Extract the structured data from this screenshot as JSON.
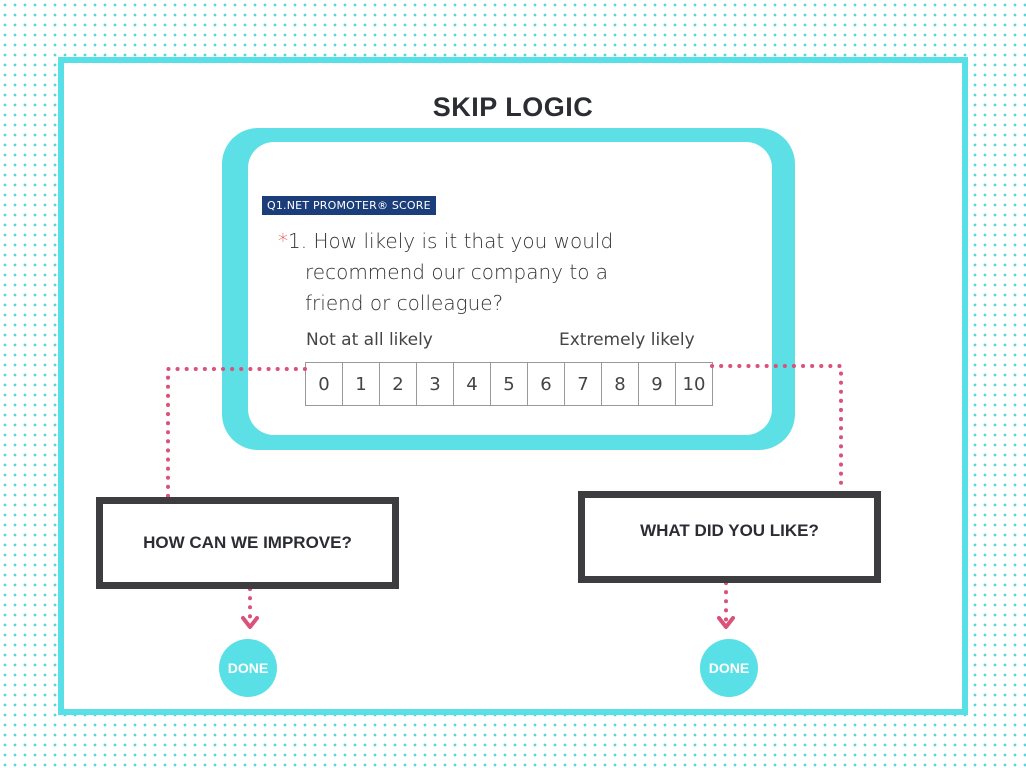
{
  "title": "SKIP LOGIC",
  "question": {
    "badge": "Q1.NET PROMOTER® SCORE",
    "required_marker": "*",
    "number": "1.",
    "lines": [
      "How likely is it that you would",
      "recommend our company to a",
      "friend or colleague?"
    ],
    "low_label": "Not at all likely",
    "high_label": "Extremely likely",
    "scale": [
      "0",
      "1",
      "2",
      "3",
      "4",
      "5",
      "6",
      "7",
      "8",
      "9",
      "10"
    ]
  },
  "branches": {
    "left": {
      "label": "HOW CAN WE IMPROVE?",
      "end": "DONE"
    },
    "right": {
      "label": "WHAT DID YOU LIKE?",
      "end": "DONE"
    }
  },
  "colors": {
    "accent": "#58e0e6",
    "connector": "#d9527a",
    "box_border": "#3d3d3f",
    "badge": "#1b3e7a"
  }
}
